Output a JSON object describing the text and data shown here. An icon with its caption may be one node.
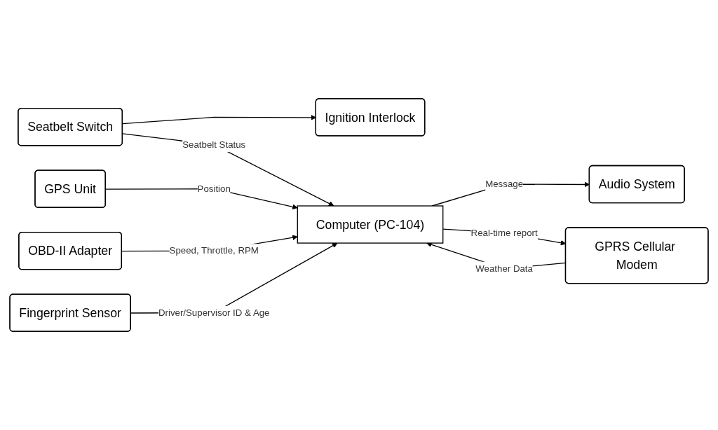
{
  "diagram": {
    "nodes": [
      {
        "text": [
          "Ignition Interlock"
        ]
      },
      {
        "text": [
          "Seatbelt Switch"
        ]
      },
      {
        "text": [
          "GPS Unit"
        ]
      },
      {
        "text": [
          "OBD-II Adapter"
        ]
      },
      {
        "text": [
          "Computer (PC-104)"
        ]
      },
      {
        "text": [
          "Audio System"
        ]
      },
      {
        "text": [
          "Fingerprint Sensor"
        ]
      },
      {
        "text": [
          "GPRS Cellular Modem"
        ]
      }
    ],
    "edges": [
      {
        "from": 1,
        "to": 0,
        "arrow": "to"
      },
      {
        "from": 1,
        "to": 4,
        "arrow": "to",
        "label": "Seatbelt Status"
      },
      {
        "from": 2,
        "to": 4,
        "arrow": "to",
        "label": "Position"
      },
      {
        "from": 3,
        "to": 4,
        "arrow": "to",
        "label": "Speed, Throttle, RPM"
      },
      {
        "from": 4,
        "to": 5,
        "arrow": "to",
        "label": "Message"
      },
      {
        "from": 6,
        "to": 4,
        "arrow": "to",
        "label": "Driver/Supervisor ID & Age"
      },
      {
        "from": 4,
        "to": 7,
        "arrow": "to",
        "label": "Real-time report"
      },
      {
        "from": 7,
        "to": 4,
        "arrow": "to",
        "label": "Weather Data"
      }
    ]
  }
}
